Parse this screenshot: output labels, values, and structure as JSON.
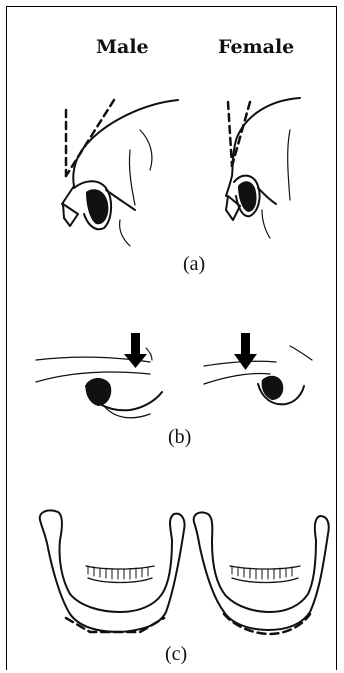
{
  "headers": {
    "male": "Male",
    "female": "Female"
  },
  "panels": {
    "a": "(a)",
    "b": "(b)",
    "c": "(c)"
  }
}
